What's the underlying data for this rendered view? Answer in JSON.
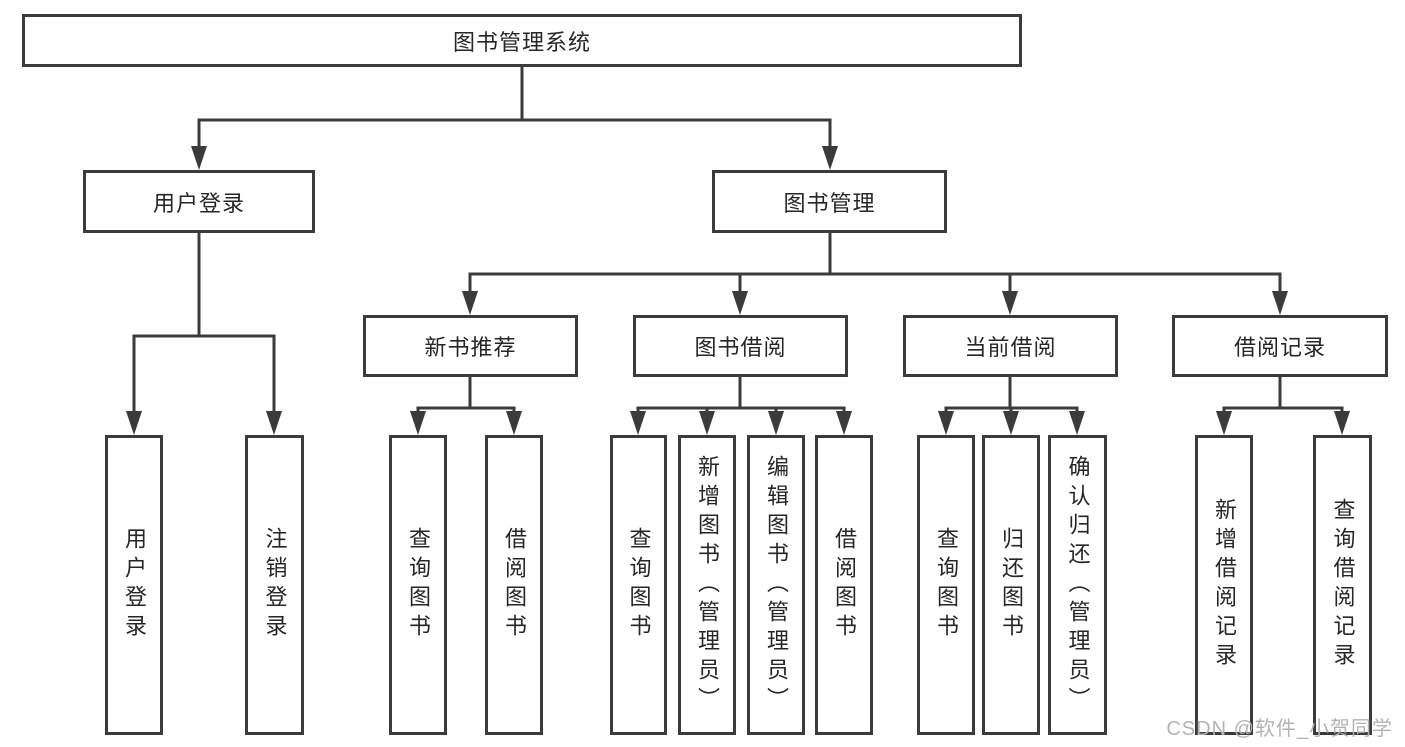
{
  "colors": {
    "line": "#3b3b3b",
    "box_border": "#3b3b3b",
    "text": "#262626",
    "background": "#ffffff",
    "watermark": "#b3b3b3"
  },
  "tree": {
    "label": "图书管理系统",
    "children": [
      {
        "label": "用户登录",
        "children": [
          {
            "label": "用户登录"
          },
          {
            "label": "注销登录"
          }
        ]
      },
      {
        "label": "图书管理",
        "children": [
          {
            "label": "新书推荐",
            "children": [
              {
                "label": "查询图书"
              },
              {
                "label": "借阅图书"
              }
            ]
          },
          {
            "label": "图书借阅",
            "children": [
              {
                "label": "查询图书"
              },
              {
                "label": "新增图书（管理员）"
              },
              {
                "label": "编辑图书（管理员）"
              },
              {
                "label": "借阅图书"
              }
            ]
          },
          {
            "label": "当前借阅",
            "children": [
              {
                "label": "查询图书"
              },
              {
                "label": "归还图书"
              },
              {
                "label": "确认归还（管理员）"
              }
            ]
          },
          {
            "label": "借阅记录",
            "children": [
              {
                "label": "新增借阅记录"
              },
              {
                "label": "查询借阅记录"
              }
            ]
          }
        ]
      }
    ]
  },
  "watermark": "CSDN @软件_小贺同学"
}
